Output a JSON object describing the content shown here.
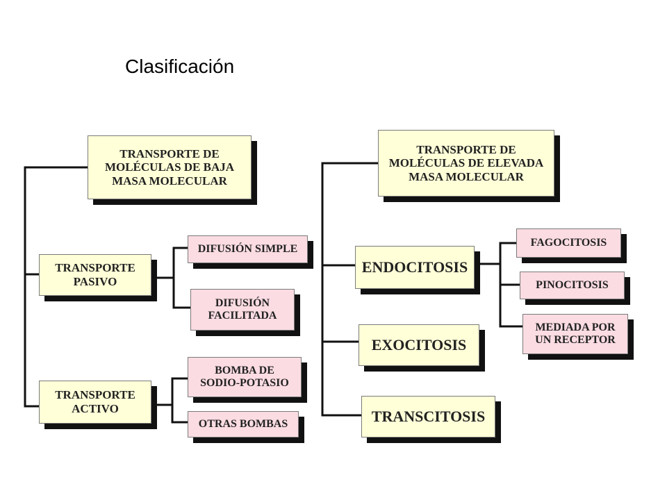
{
  "title": "Clasificación",
  "nodes": {
    "baja": "TRANSPORTE DE\nMOLÉCULAS DE BAJA\nMASA MOLECULAR",
    "pasivo": "TRANSPORTE\nPASIVO",
    "activo": "TRANSPORTE\nACTIVO",
    "difusion_simple": "DIFUSIÓN SIMPLE",
    "difusion_facilitada": "DIFUSIÓN\nFACILITADA",
    "bomba_sodio": "BOMBA DE\nSODIO-POTASIO",
    "otras_bombas": "OTRAS BOMBAS",
    "elevada": "TRANSPORTE DE\nMOLÉCULAS DE ELEVADA\nMASA MOLECULAR",
    "endocitosis": "ENDOCITOSIS",
    "exocitosis": "EXOCITOSIS",
    "transcitosis": "TRANSCITOSIS",
    "fagocitosis": "FAGOCITOSIS",
    "pinocitosis": "PINOCITOSIS",
    "mediada": "MEDIADA POR\nUN RECEPTOR"
  },
  "colors": {
    "category_box": "#ffffd8",
    "subtype_box": "#fadce2",
    "connector": "#111111"
  }
}
